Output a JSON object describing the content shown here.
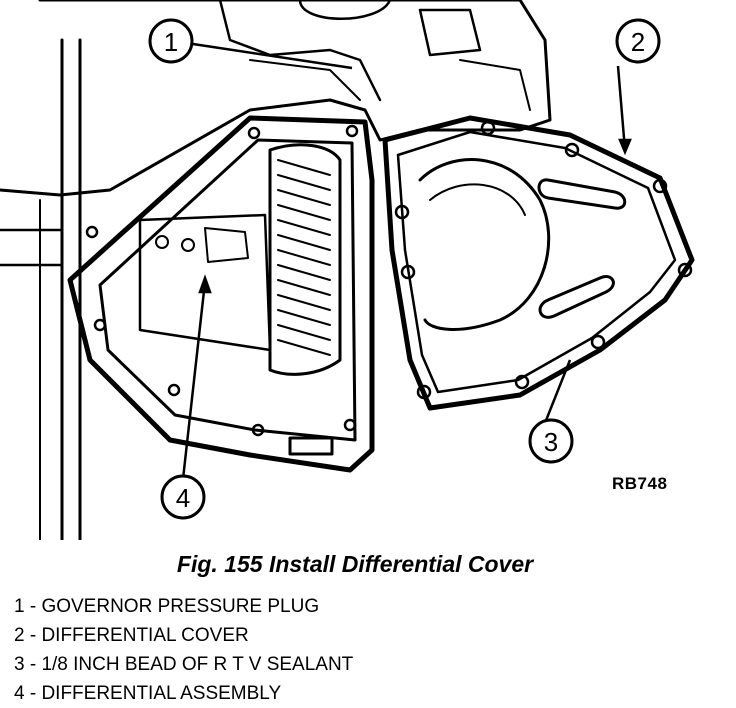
{
  "figure": {
    "code": "RB748",
    "caption": "Fig. 155 Install Differential Cover",
    "callouts": [
      {
        "number": "1"
      },
      {
        "number": "2"
      },
      {
        "number": "3"
      },
      {
        "number": "4"
      }
    ],
    "legend": [
      "1 - GOVERNOR PRESSURE PLUG",
      "2 - DIFFERENTIAL COVER",
      "3 - 1/8 INCH BEAD OF R T V SEALANT",
      "4 - DIFFERENTIAL ASSEMBLY"
    ]
  }
}
